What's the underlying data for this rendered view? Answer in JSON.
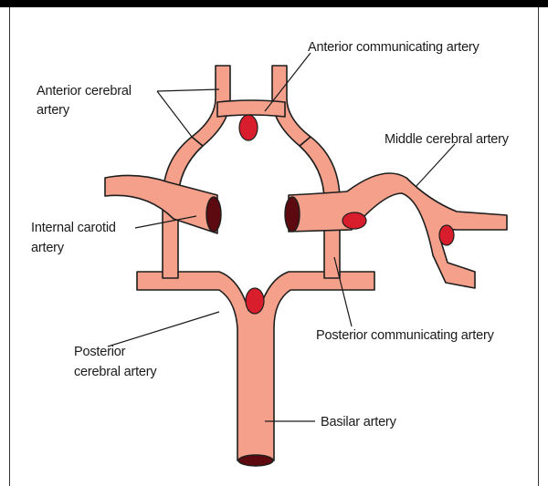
{
  "labels": {
    "anterior_cerebral": [
      "Anterior cerebral",
      "artery"
    ],
    "anterior_communicating": "Anterior communicating artery",
    "middle_cerebral": "Middle cerebral artery",
    "internal_carotid": [
      "Internal carotid",
      "artery"
    ],
    "posterior_communicating": "Posterior communicating artery",
    "posterior_cerebral": [
      "Posterior",
      "cerebral artery"
    ],
    "basilar": "Basilar artery"
  },
  "colors": {
    "artery_fill": "#f4a08a",
    "artery_outline": "#1e1e1e",
    "aneurysm": "#d81e2c",
    "lumen": "#5c0a10"
  }
}
